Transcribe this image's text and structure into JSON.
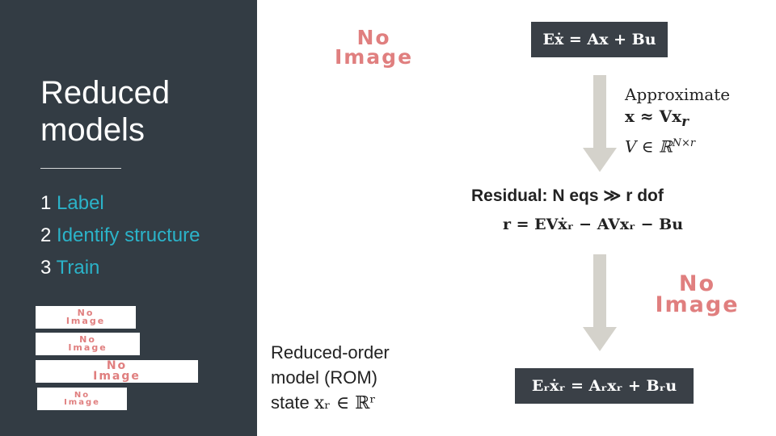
{
  "slide": {
    "title_line1": "Reduced",
    "title_line2": "models",
    "steps": [
      {
        "num": "1",
        "label": "Label"
      },
      {
        "num": "2",
        "label": "Identify structure"
      },
      {
        "num": "3",
        "label": "Train"
      }
    ]
  },
  "placeholders": {
    "text": "No\nImage"
  },
  "equations": {
    "full_model": "Eẋ = Ax + Bu",
    "approximate_heading": "Approximate",
    "approx_line1": "x ≈ Vx",
    "approx_sub": "r",
    "approx_line2": "V ∈ ℝ",
    "approx_sup": "N×r",
    "residual_text": "Residual: N eqs ≫ r dof",
    "residual_eq": "r = EVẋᵣ − AVxᵣ − Bu",
    "reduced_model": "Eᵣẋᵣ = Aᵣxᵣ + Bᵣu"
  },
  "rom": {
    "line1": "Reduced-order",
    "line2": "model (ROM)",
    "line3_prefix": "state ",
    "line3_math": "xᵣ ∈ ℝʳ"
  },
  "colors": {
    "panel": "#333c44",
    "accent": "#2bb3c9",
    "placeholder_text": "#e07f7f",
    "equation_box": "#3a4047",
    "arrow": "#d4d2cb"
  }
}
